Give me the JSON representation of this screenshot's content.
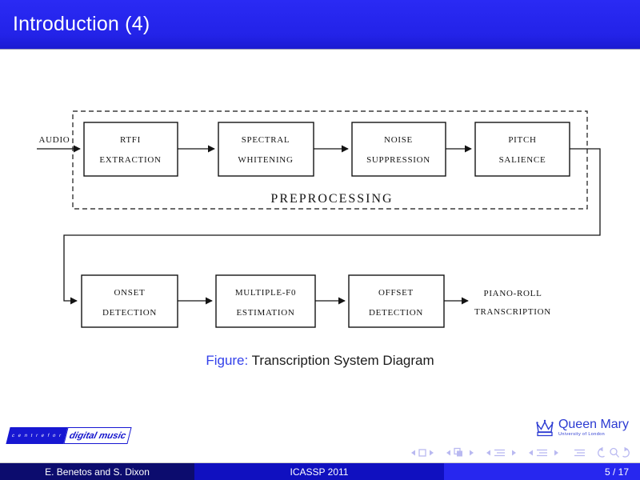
{
  "title_bar": {
    "title": "Introduction (4)"
  },
  "diagram": {
    "input_label": "AUDIO",
    "group_label": "PREPROCESSING",
    "boxes": [
      {
        "line1": "RTFI",
        "line2": "EXTRACTION"
      },
      {
        "line1": "SPECTRAL",
        "line2": "WHITENING"
      },
      {
        "line1": "NOISE",
        "line2": "SUPPRESSION"
      },
      {
        "line1": "PITCH",
        "line2": "SALIENCE"
      },
      {
        "line1": "ONSET",
        "line2": "DETECTION"
      },
      {
        "line1": "MULTIPLE-F0",
        "line2": "ESTIMATION"
      },
      {
        "line1": "OFFSET",
        "line2": "DETECTION"
      }
    ],
    "output": {
      "line1": "PIANO-ROLL",
      "line2": "TRANSCRIPTION"
    }
  },
  "caption": {
    "prefix": "Figure:",
    "text": "Transcription System Diagram"
  },
  "logos": {
    "c4dm": {
      "left_text": "c e n t r e  f o r",
      "right_text": "digital music"
    },
    "qmul": {
      "name": "Queen Mary",
      "subtitle": "University of London"
    }
  },
  "footer": {
    "authors": "E. Benetos and S. Dixon",
    "conference": "ICASSP 2011",
    "page_indicator": "5 / 17"
  },
  "colors": {
    "header_blue": "#2323e8",
    "footer_left_blue": "#0c0c6e",
    "footer_mid_blue": "#1010c0",
    "footer_right_blue": "#2727ef",
    "figure_label_blue": "#3341ea",
    "logo_blue": "#1717d2",
    "nav_symbol_lavender": "#b9b9f1",
    "diagram_ink": "#141414"
  }
}
